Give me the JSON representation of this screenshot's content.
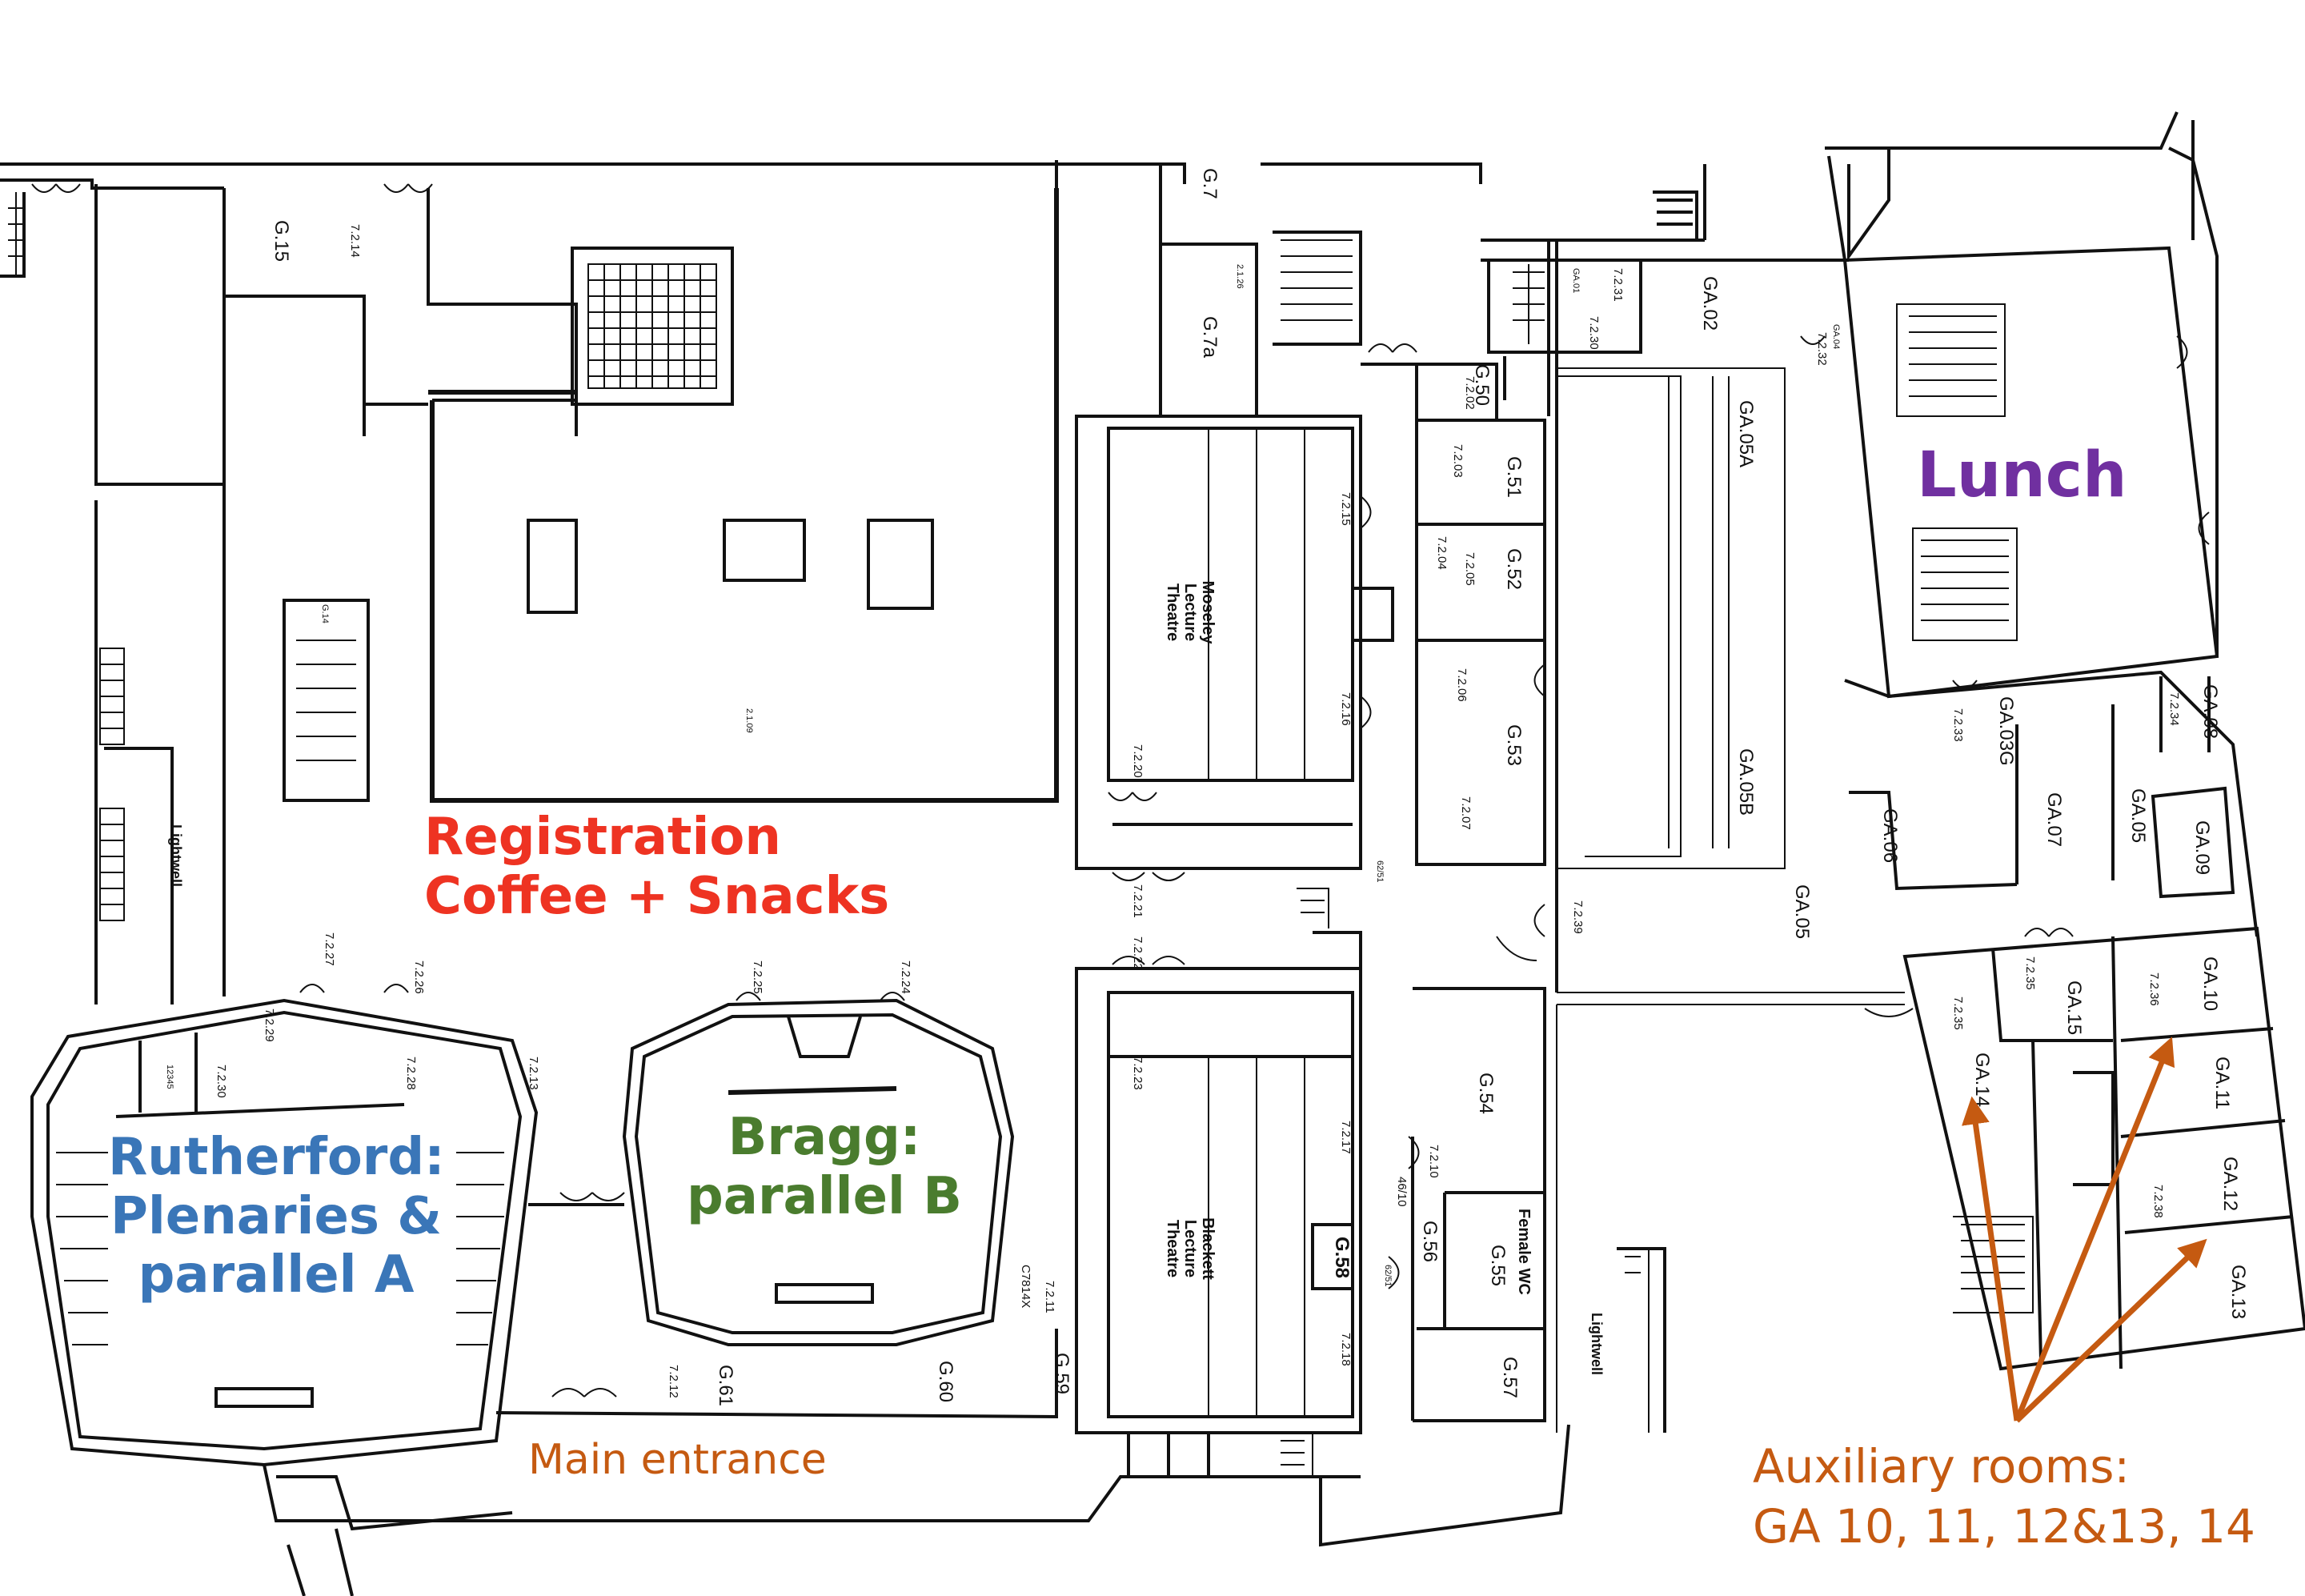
{
  "annotations": {
    "registration": {
      "lines": [
        "Registration",
        "Coffee + Snacks"
      ],
      "color": "#ee3322"
    },
    "lunch": {
      "text": "Lunch",
      "color": "#7030a0"
    },
    "rutherford": {
      "lines": [
        "Rutherford:",
        "Plenaries &",
        "parallel A"
      ],
      "color": "#3a76b8"
    },
    "bragg": {
      "lines": [
        "Bragg:",
        "parallel B"
      ],
      "color": "#4a7c2e"
    },
    "main_entrance": {
      "text": "Main entrance",
      "color": "#c55a11"
    },
    "auxiliary": {
      "lines": [
        "Auxiliary rooms:",
        "GA 10, 11, 12&13, 14"
      ],
      "color": "#c55a11"
    }
  },
  "rooms": {
    "g15": "G.15",
    "r7214": "7.2.14",
    "g7": "G.7",
    "g7a": "G.7a",
    "r2126": "2.1.26",
    "g14": "G.14",
    "lightwell_left": "Lightwell",
    "r2109": "2.1.09",
    "ga01": "GA.01",
    "r7231": "7.2.31",
    "r7230": "7.2.30",
    "ga02": "GA.02",
    "ga04": "GA.04",
    "r7232": "7.2.32",
    "g50": "G.50",
    "r7202": "7.2.02",
    "ga05a": "GA.05A",
    "g51": "G.51",
    "r7203": "7.2.03",
    "g52": "G.52",
    "r7204": "7.2.04",
    "r7205": "7.2.05",
    "r7215": "7.2.15",
    "mosley": "Moseley Lecture Theatre",
    "r7216": "7.2.16",
    "g53": "G.53",
    "r7206": "7.2.06",
    "r7207": "7.2.07",
    "ga05b": "GA.05B",
    "r7220": "7.2.20",
    "r6251a": "62/51",
    "r7221": "7.2.21",
    "r7222": "7.2.22",
    "r7239": "7.2.39",
    "ga05": "GA.05",
    "ga08": "GA.08",
    "r7234": "7.2.34",
    "r7233": "7.2.33",
    "ga03g": "GA.03G",
    "ga06": "GA.06",
    "ga07": "GA.07",
    "ga05r": "GA.05",
    "ga09": "GA.09",
    "r7227": "7.2.27",
    "r7226": "7.2.26",
    "r7229": "7.2.29",
    "r12345": "12345",
    "r7230b": "7.2.30",
    "r7228": "7.2.28",
    "r7213": "7.2.13",
    "r7225": "7.2.25",
    "r7224": "7.2.24",
    "r7223": "7.2.23",
    "blackett": "Blackett Lecture Theatre",
    "r7217": "7.2.17",
    "g54": "G.54",
    "r7210": "7.2.10",
    "r4610": "46/10",
    "g56": "G.56",
    "female_wc": "Female WC",
    "g55": "G.55",
    "g58": "G.58",
    "r6251b": "62/51",
    "r7218": "7.2.18",
    "g57": "G.57",
    "lightwell_right": "Lightwell",
    "c7814x": "C7814X",
    "r7211": "7.2.11",
    "g59": "G.59",
    "g60": "G.60",
    "g61": "G.61",
    "r7212": "7.2.12",
    "r7235a": "7.2.35",
    "r7235b": "7.2.35",
    "ga15": "GA.15",
    "ga10": "GA.10",
    "r7236": "7.2.36",
    "ga11": "GA.11",
    "ga14": "GA.14",
    "ga12": "GA.12",
    "r7238": "7.2.38",
    "ga13": "GA.13"
  },
  "colors": {
    "walls": "#111111",
    "arrow": "#c55a11"
  }
}
